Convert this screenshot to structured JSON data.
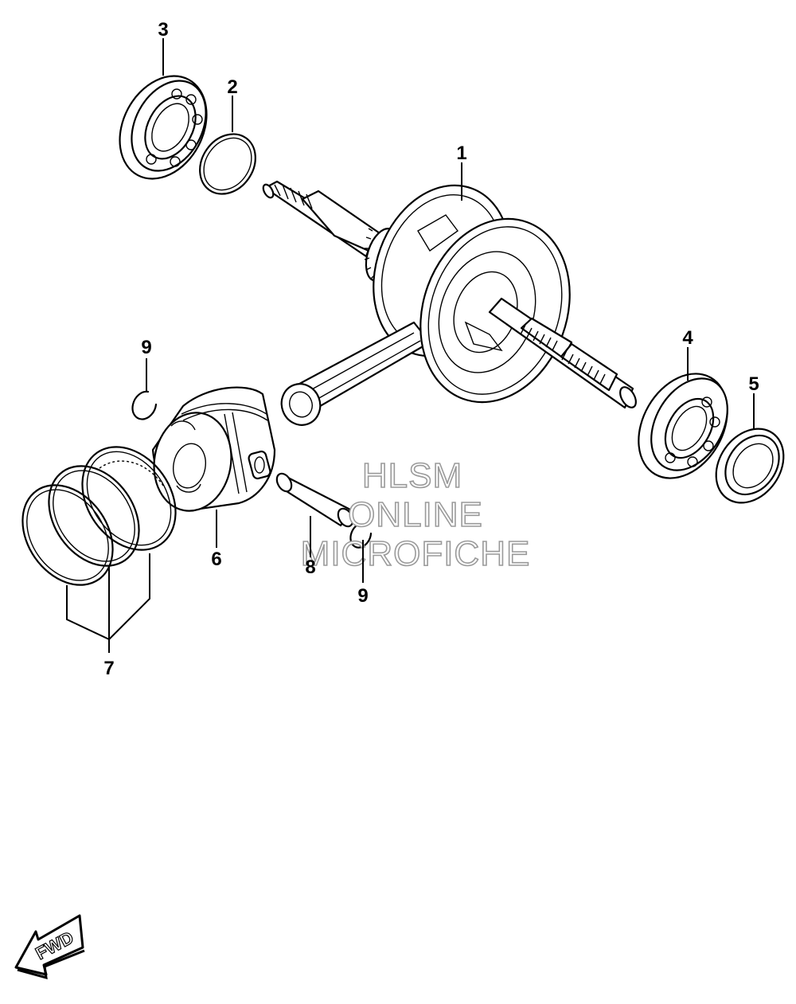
{
  "diagram": {
    "callouts": [
      {
        "id": "c1",
        "label": "1"
      },
      {
        "id": "c2",
        "label": "2"
      },
      {
        "id": "c3",
        "label": "3"
      },
      {
        "id": "c4",
        "label": "4"
      },
      {
        "id": "c5",
        "label": "5"
      },
      {
        "id": "c6",
        "label": "6"
      },
      {
        "id": "c7",
        "label": "7"
      },
      {
        "id": "c8",
        "label": "8"
      },
      {
        "id": "c9a",
        "label": "9"
      },
      {
        "id": "c9b",
        "label": "9"
      }
    ],
    "watermark": {
      "line1": "HLSM",
      "line2": "ONLINE",
      "line3": "MICROFICHE"
    },
    "direction_badge": "FWD"
  }
}
